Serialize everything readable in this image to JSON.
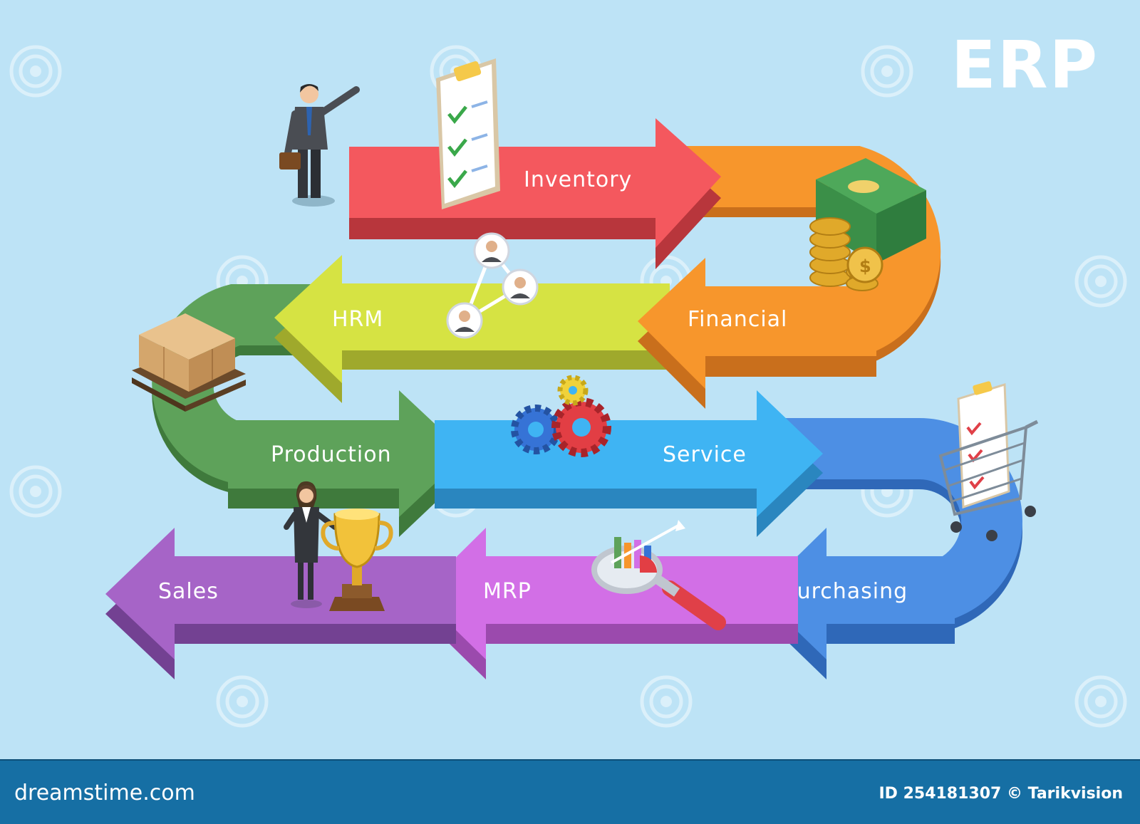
{
  "title": "ERP",
  "modules": [
    {
      "label": "Inventory"
    },
    {
      "label": "Financial"
    },
    {
      "label": "HRM"
    },
    {
      "label": "Production"
    },
    {
      "label": "Service"
    },
    {
      "label": "Purchasing"
    },
    {
      "label": "MRP"
    },
    {
      "label": "Sales"
    }
  ],
  "colors": {
    "background": "#bde3f6",
    "inventory": "#f4585e",
    "financial": "#f7962c",
    "hrm": "#d6e343",
    "production": "#5ea25a",
    "service": "#3fb4f3",
    "purchasing": "#4d8fe4",
    "mrp": "#d26fe6",
    "sales": "#a664c7"
  },
  "icons": [
    "businessman",
    "checklist-clipboard",
    "money-coins",
    "team-network",
    "boxes-pallet",
    "gears",
    "shopping-cart-clipboard",
    "businesswoman",
    "trophy",
    "analytics-magnifier",
    "watermark-spiral"
  ],
  "footer": {
    "brand": "dreamstime.com",
    "image_id": "ID 254181307 © Tarikvision"
  }
}
